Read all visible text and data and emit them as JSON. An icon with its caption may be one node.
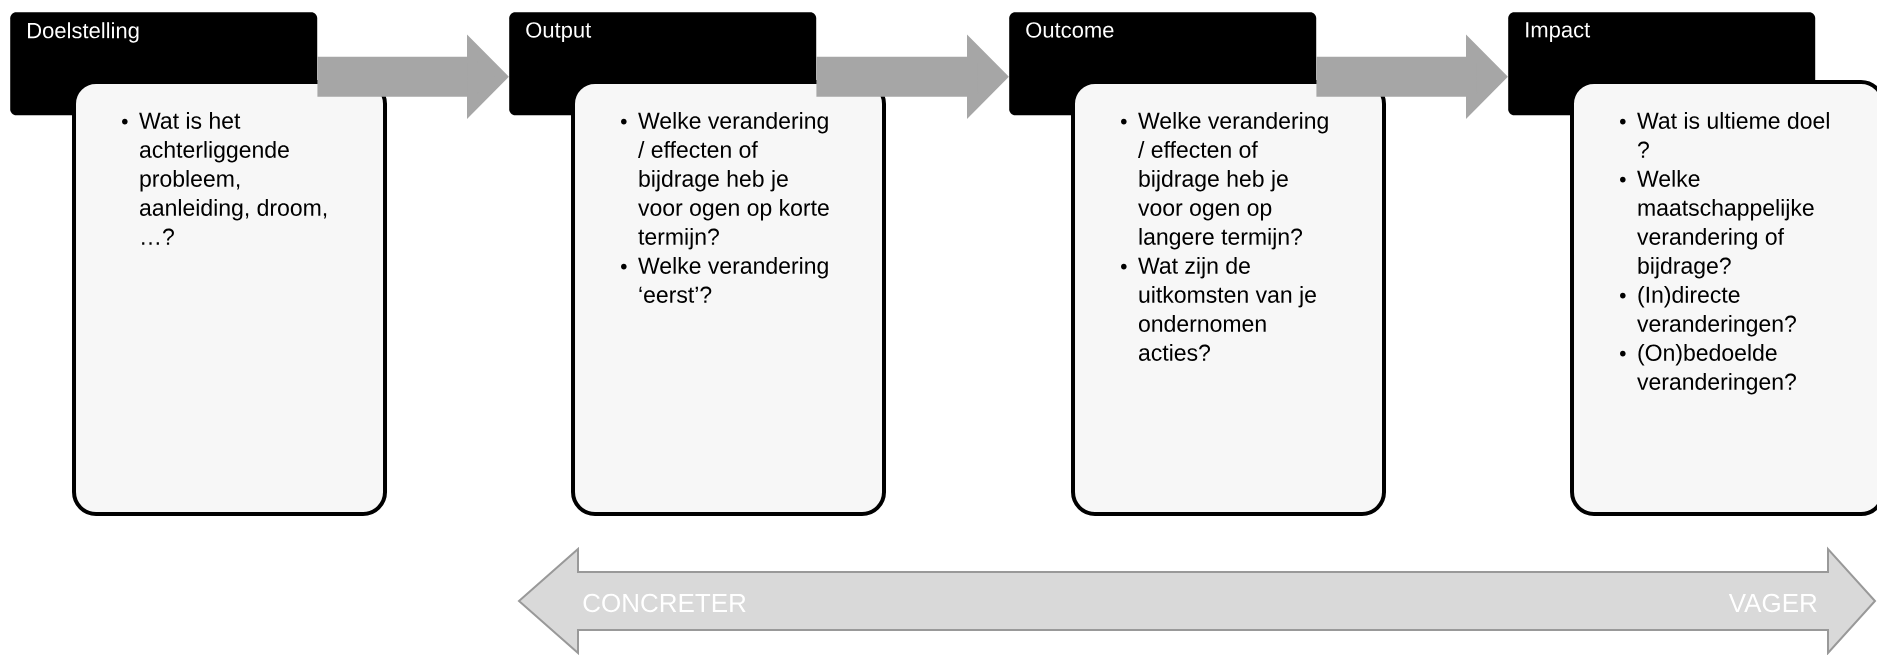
{
  "diagram": {
    "nodes": [
      {
        "text": [
          "Doelstelling"
        ]
      },
      {
        "text": [
          "Wat is het achterliggende probleem, aanleiding, droom, …?"
        ]
      },
      {
        "text": [
          "Output"
        ]
      },
      {
        "text": [
          "Welke verandering / effecten of bijdrage heb je voor ogen op korte termijn?",
          "Welke verandering ‘eerst’?"
        ]
      },
      {
        "text": [
          "Outcome"
        ]
      },
      {
        "text": [
          "Welke verandering / effecten of bijdrage heb je voor ogen op langere termijn?",
          "Wat zijn de uitkomsten van je ondernomen acties?"
        ]
      },
      {
        "text": [
          "Impact"
        ]
      },
      {
        "text": [
          "Wat is ultieme doel ?",
          "Welke maatschappelijke verandering of bijdrage?",
          "(In)directe veranderingen?",
          "(On)bedoelde veranderingen?"
        ]
      }
    ],
    "edges": [
      {
        "from": 0,
        "to": 2,
        "arrow": "to"
      },
      {
        "from": 2,
        "to": 4,
        "arrow": "to"
      },
      {
        "from": 4,
        "to": 6,
        "arrow": "to"
      }
    ],
    "labels": [
      "CONCRETER",
      "VAGER"
    ]
  }
}
